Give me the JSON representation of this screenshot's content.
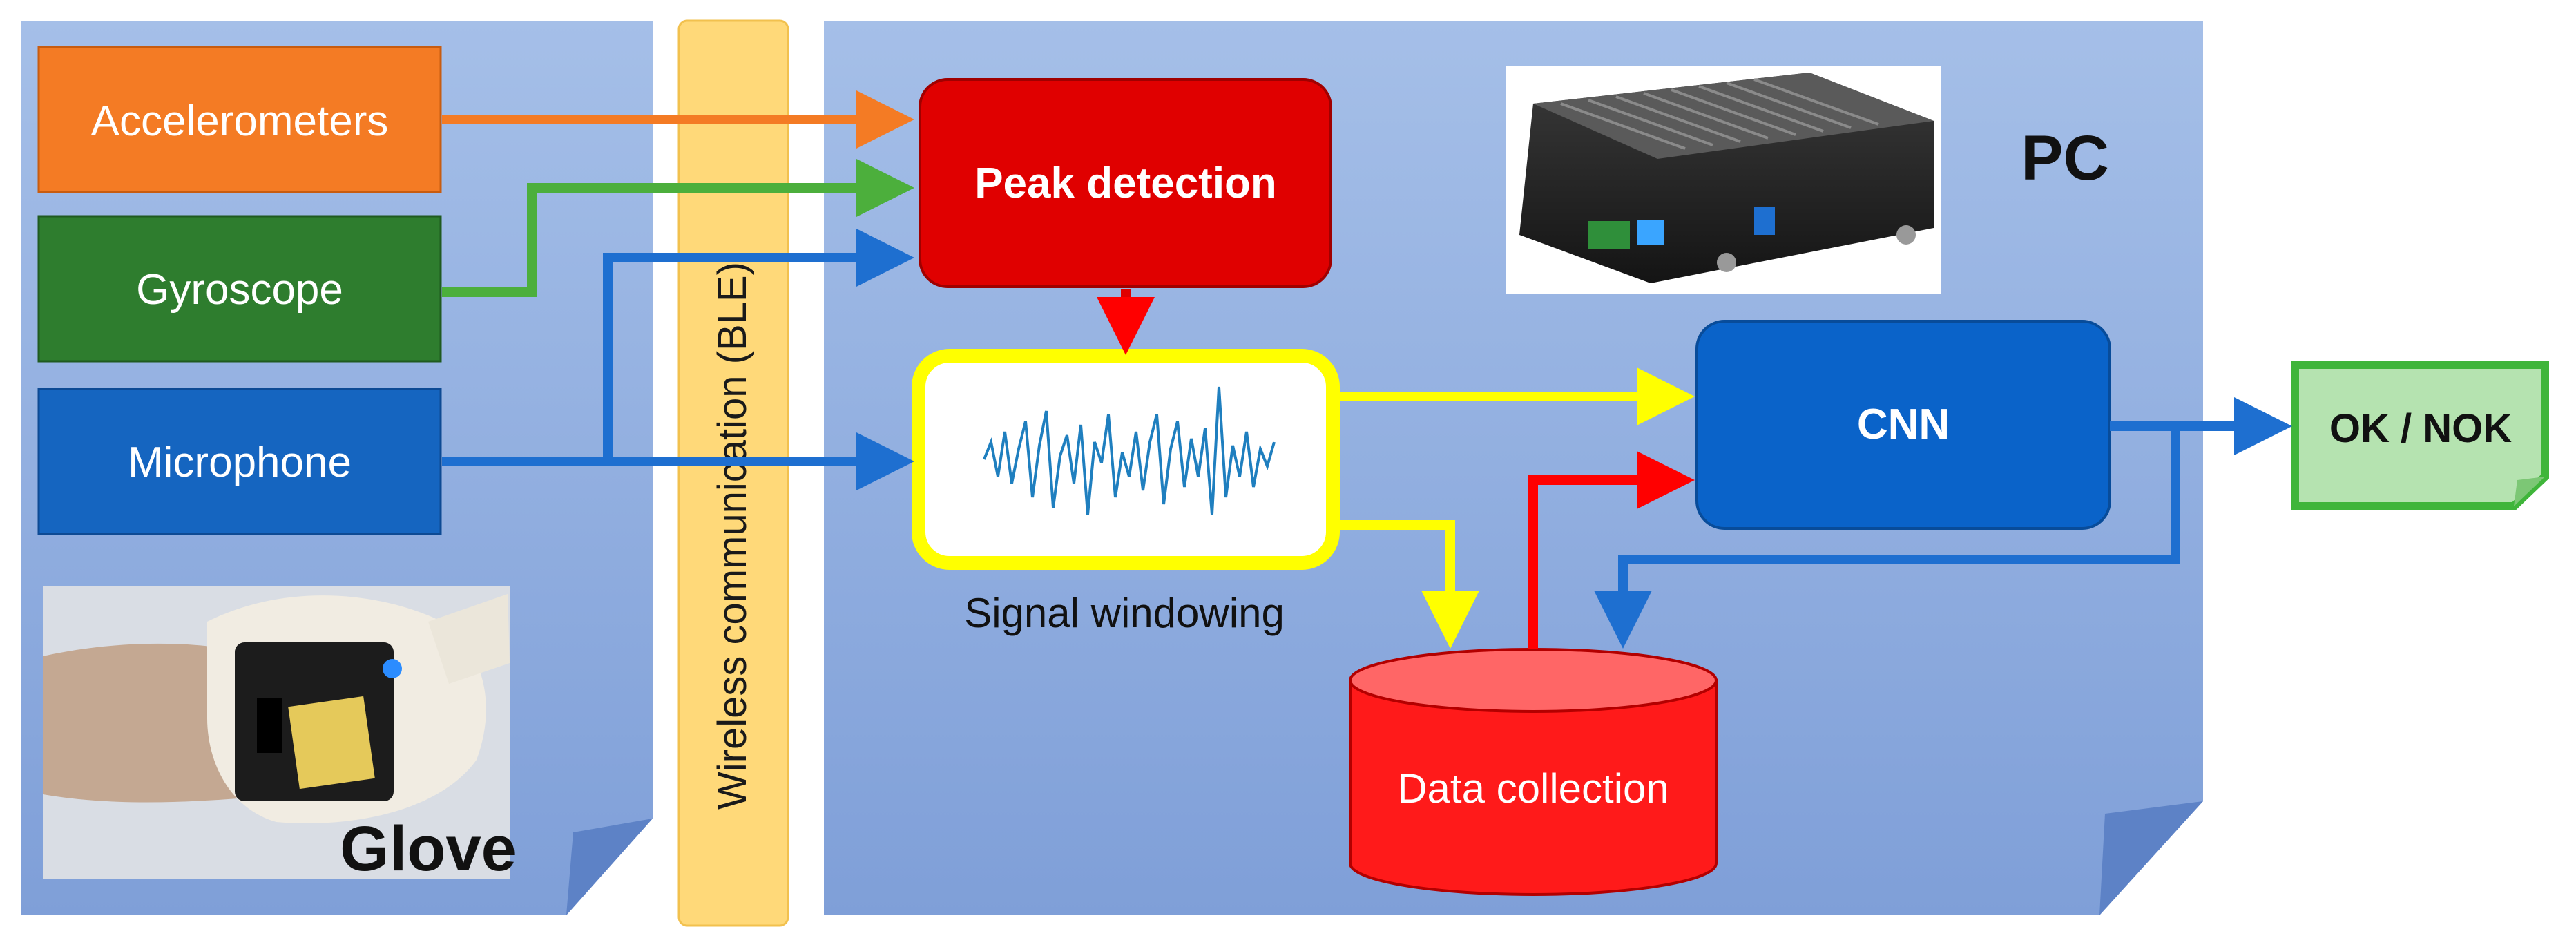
{
  "glove_panel": {
    "label": "Glove"
  },
  "wireless": {
    "label": "Wireless communication  (BLE)"
  },
  "pc_panel": {
    "label": "PC"
  },
  "sensors": [
    {
      "label": "Accelerometers",
      "color": "#f47b24",
      "line_color": "#f47b24"
    },
    {
      "label": "Gyroscope",
      "color": "#2e7d2e",
      "line_color": "#4caf3c"
    },
    {
      "label": "Microphone",
      "color": "#1565c0",
      "line_color": "#1e6fd0"
    }
  ],
  "peak_detection": {
    "label": "Peak detection",
    "color": "#e00000"
  },
  "signal_windowing": {
    "label": "Signal windowing",
    "border_color": "#ffff00"
  },
  "cnn": {
    "label": "CNN",
    "color": "#0a63c9"
  },
  "data_collection": {
    "label": "Data collection",
    "color": "#ff1a1a"
  },
  "output": {
    "label": "OK / NOK",
    "color": "#b5e3b0",
    "border_color": "#3fb53a"
  },
  "colors": {
    "panel": "#8faee0",
    "wireless": "#ffd979",
    "arrow_yellow": "#ffff00",
    "arrow_red": "#ff0000"
  },
  "icons": [
    "glove-photo",
    "pc-hardware-photo",
    "waveform-icon"
  ]
}
